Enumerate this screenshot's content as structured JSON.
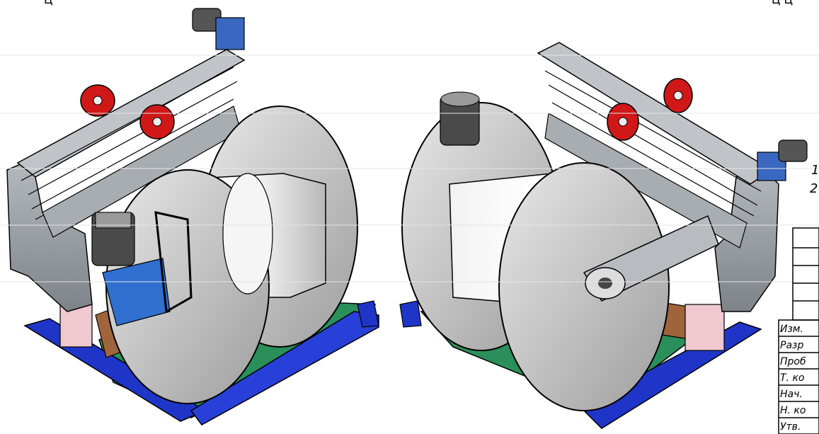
{
  "drawing": {
    "corner_marks": [
      "Ц",
      "Ц Ц"
    ],
    "notes": [
      "1",
      "2"
    ],
    "title_block": {
      "rows": [
        "Изм.",
        "Разр",
        "Проб",
        "Т. ко",
        "Нач.",
        "Н. ко",
        "Утв."
      ]
    }
  },
  "colors": {
    "frame_grey": "#9aa0a6",
    "spool_grey": "#c8c8c8",
    "base_blue": "#1f35c8",
    "base_green": "#2a8f5a",
    "pulley_red": "#d01818",
    "block_pink": "#f0c8d0",
    "beam_brown": "#a0643c",
    "gearbox_blue": "#2f6fd0"
  },
  "icons": [
    "motor-icon",
    "gearbox-icon",
    "pulley-icon"
  ]
}
